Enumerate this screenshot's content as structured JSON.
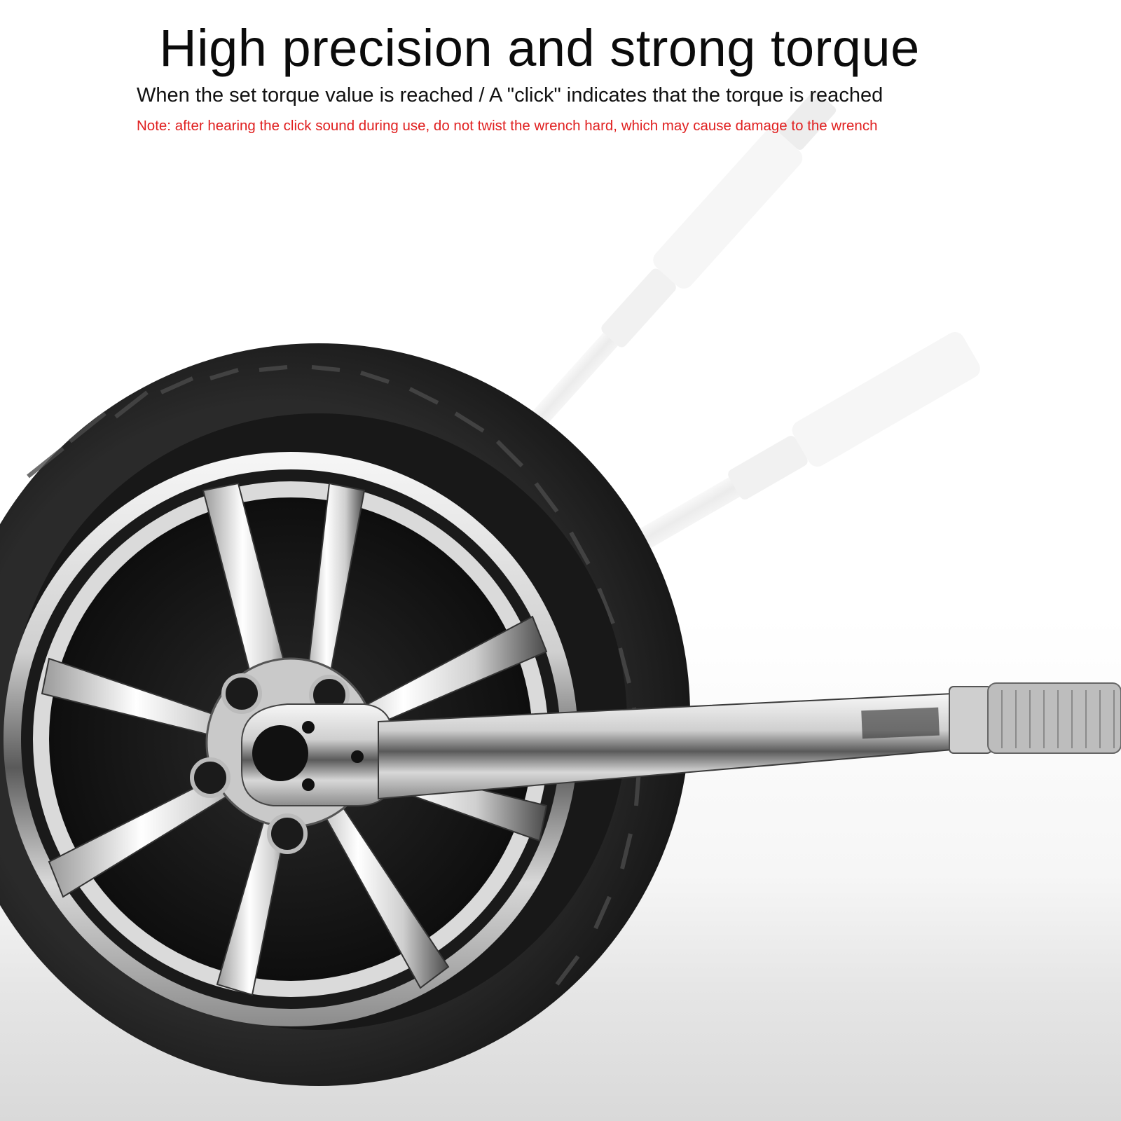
{
  "header": {
    "title": "High precision and strong torque",
    "subtitle": "When the set torque value is reached / A \"click\" indicates that the torque is reached",
    "note": "Note: after hearing the click sound during use, do not twist the wrench hard, which may cause damage to the wrench"
  },
  "illustration": {
    "subject": "tire-with-chrome-rim-and-torque-wrench",
    "icons": [
      "tire-icon",
      "rim-icon",
      "torque-wrench-icon"
    ],
    "colors": {
      "tire": "#1c1c1c",
      "chrome": "#d9d9d9",
      "note_red": "#e02020",
      "ghost_wrench": "#e4e4e4"
    }
  }
}
